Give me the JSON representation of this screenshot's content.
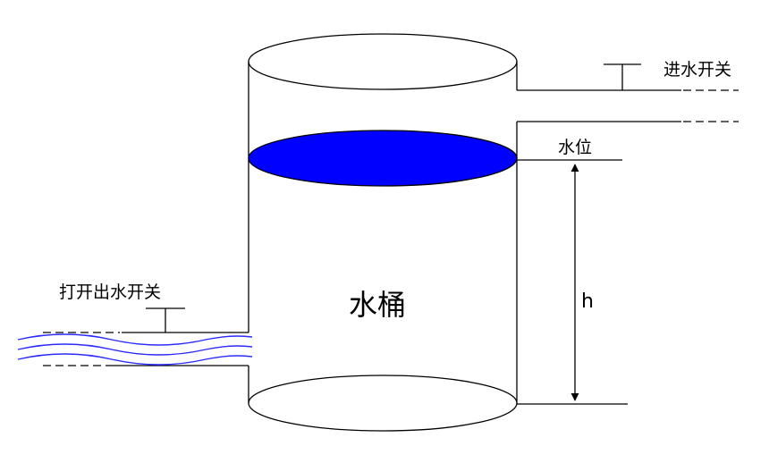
{
  "labels": {
    "inlet_switch": "进水开关",
    "water_level": "水位",
    "bucket": "水桶",
    "height": "h",
    "outlet_switch": "打开出水开关"
  },
  "colors": {
    "water_surface": "#0000FF",
    "outflow_waves": "#2B2BFF",
    "line": "#000000"
  }
}
